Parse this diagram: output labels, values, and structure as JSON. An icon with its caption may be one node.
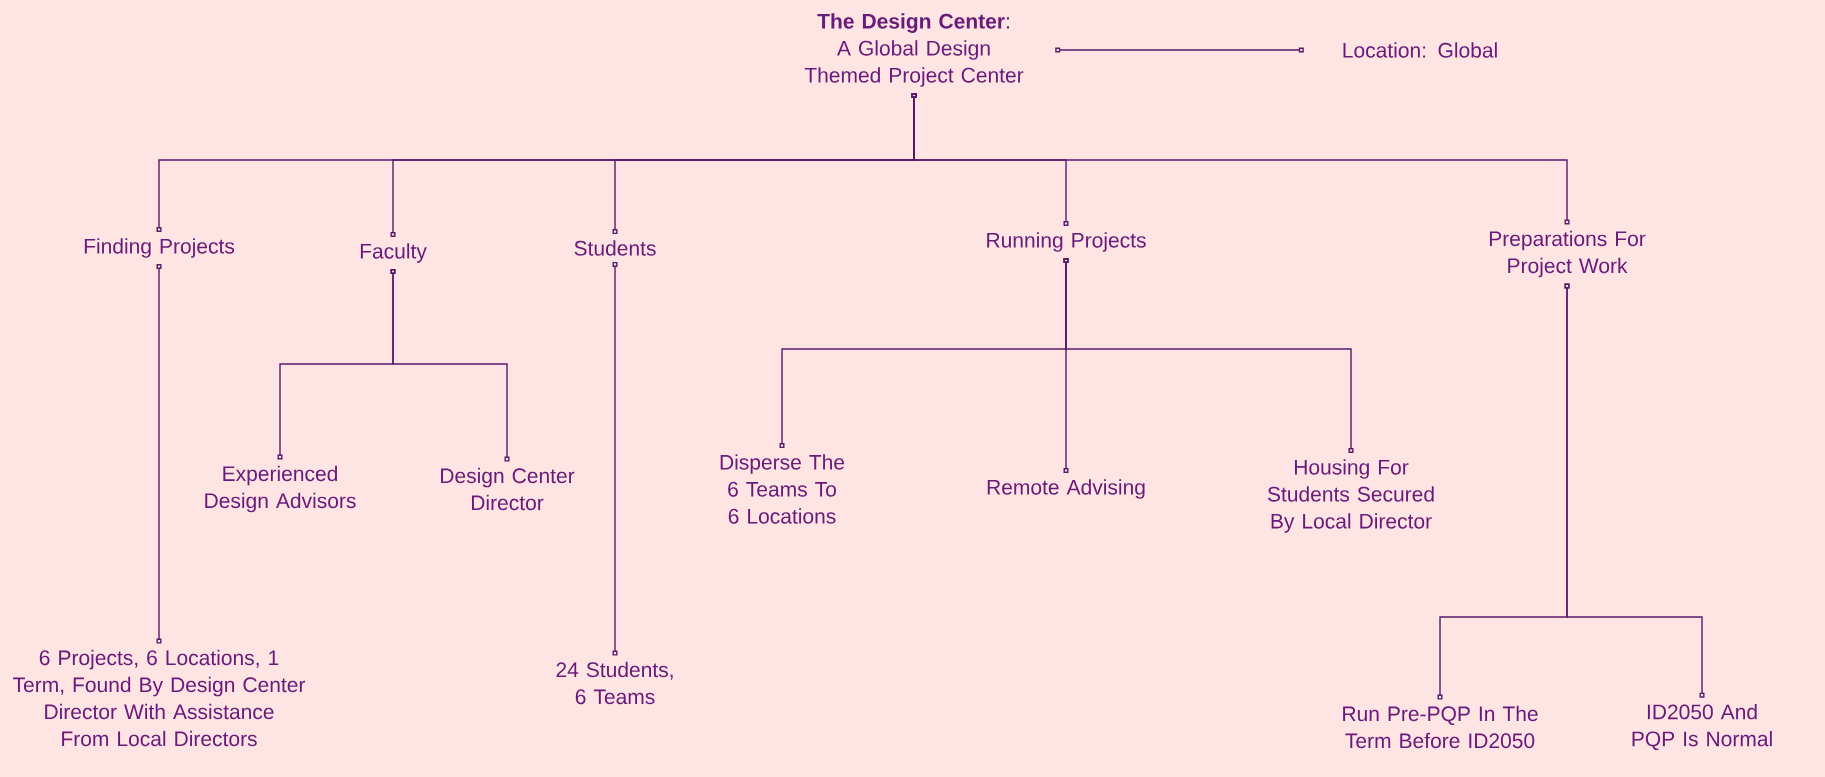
{
  "diagram": {
    "nodes": [
      {
        "text": [
          "**The Design Center**:",
          "A Global Design Themed Project Center"
        ]
      },
      {
        "text": [
          "Location: Global"
        ]
      },
      {
        "text": [
          "Finding Projects"
        ]
      },
      {
        "text": [
          "Faculty"
        ]
      },
      {
        "text": [
          "Students"
        ]
      },
      {
        "text": [
          "Running Projects"
        ]
      },
      {
        "text": [
          "Preparations For Project Work"
        ]
      },
      {
        "text": [
          "6 Projects, 6 Locations, 1 Term, Found By Design Center Director With Assistance From Local Directors"
        ]
      },
      {
        "text": [
          "Experienced Design Advisors"
        ]
      },
      {
        "text": [
          "Design Center Director"
        ]
      },
      {
        "text": [
          "24 Students, 6 Teams"
        ]
      },
      {
        "text": [
          "Disperse The 6 Teams To 6 Locations"
        ]
      },
      {
        "text": [
          "Remote Advising"
        ]
      },
      {
        "text": [
          "Housing For Students Secured By Local Director"
        ]
      },
      {
        "text": [
          "Run Pre-PQP In The Term Before ID2050"
        ]
      },
      {
        "text": [
          "ID2050 And PQP Is Normal"
        ]
      }
    ],
    "edges": [
      {
        "from": 0,
        "to": 1,
        "arrow": "other"
      },
      {
        "from": 0,
        "to": 2,
        "arrow": "other"
      },
      {
        "from": 0,
        "to": 3,
        "arrow": "other"
      },
      {
        "from": 0,
        "to": 4,
        "arrow": "other"
      },
      {
        "from": 0,
        "to": 5,
        "arrow": "other"
      },
      {
        "from": 0,
        "to": 6,
        "arrow": "other"
      },
      {
        "from": 2,
        "to": 7,
        "arrow": "other"
      },
      {
        "from": 3,
        "to": 8,
        "arrow": "other"
      },
      {
        "from": 3,
        "to": 9,
        "arrow": "other"
      },
      {
        "from": 4,
        "to": 10,
        "arrow": "other"
      },
      {
        "from": 5,
        "to": 11,
        "arrow": "other"
      },
      {
        "from": 5,
        "to": 12,
        "arrow": "other"
      },
      {
        "from": 5,
        "to": 13,
        "arrow": "other"
      },
      {
        "from": 6,
        "to": 14,
        "arrow": "other"
      },
      {
        "from": 6,
        "to": 15,
        "arrow": "other"
      }
    ]
  }
}
